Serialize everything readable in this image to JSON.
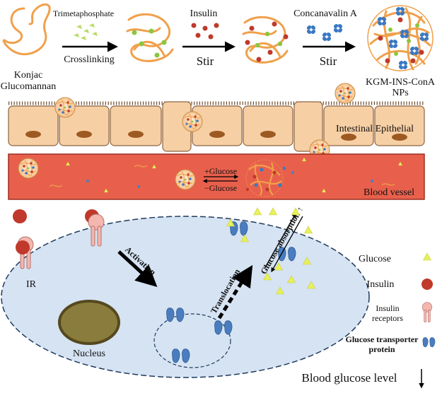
{
  "synthesis": {
    "konjac": [
      "Konjac",
      "Glucomannan"
    ],
    "trimeta": "Trimetaphosphate",
    "crosslinking": "Crosslinking",
    "insulin": "Insulin",
    "stir1": "Stir",
    "conA": "Concanavalin A",
    "stir2": "Stir",
    "nps": [
      "KGM-INS-ConA",
      "NPs"
    ]
  },
  "tissue": {
    "epithelial": "Intestinal Epithelial",
    "vessel": "Blood vessel",
    "plus_glucose": "+Glucose",
    "minus_glucose": "−Glucose"
  },
  "cell": {
    "ir": "IR",
    "nucleus": "Nucleus",
    "activation": "Activation",
    "translocation": "Translocation",
    "absorption": "Glucose absorption ↑"
  },
  "legend": {
    "glucose": "Glucose",
    "insulin": "Insulin",
    "receptors": [
      "Insulin",
      "receptors"
    ],
    "transporter": [
      "Glucose transporter",
      "protein"
    ]
  },
  "footer": {
    "blood_glucose": "Blood glucose level"
  },
  "colors": {
    "chain": "#f0a04b",
    "crosslink": "#8cc63f",
    "insulin": "#c0392b",
    "conA": "#3a78c3",
    "glucose": "#e8f05a",
    "epithelium": "#f7cfa4",
    "nucleus_cell": "#9c5a22",
    "vessel": "#e8604c",
    "cell": "#d6e3f3",
    "nucleus": "#8a7c3c",
    "receptor": "#f3b7b0",
    "transporter": "#4a7dbf"
  }
}
